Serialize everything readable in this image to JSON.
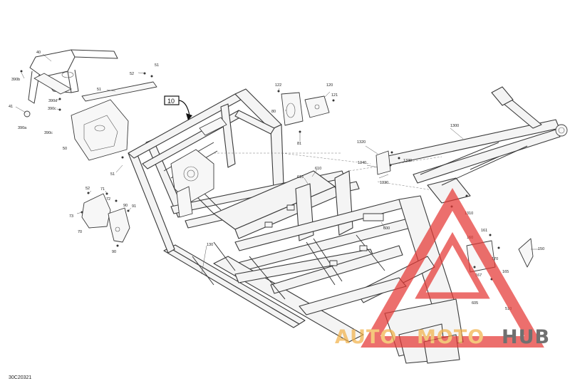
{
  "diagram": {
    "drawing_code": "30C20321",
    "reference_box": "10",
    "callouts": [
      {
        "id": "c40",
        "text": "40"
      },
      {
        "id": "c390b",
        "text": "390b"
      },
      {
        "id": "c390d",
        "text": "390d"
      },
      {
        "id": "c390c_1",
        "text": "390c"
      },
      {
        "id": "c390c_2",
        "text": "390c"
      },
      {
        "id": "c390a",
        "text": "390a"
      },
      {
        "id": "c41",
        "text": "41"
      },
      {
        "id": "c50",
        "text": "50"
      },
      {
        "id": "c51_a",
        "text": "51"
      },
      {
        "id": "c51_b",
        "text": "51"
      },
      {
        "id": "c51_c",
        "text": "51"
      },
      {
        "id": "c52_a",
        "text": "52"
      },
      {
        "id": "c52_b",
        "text": "52"
      },
      {
        "id": "c71",
        "text": "71"
      },
      {
        "id": "c72",
        "text": "72"
      },
      {
        "id": "c73",
        "text": "73"
      },
      {
        "id": "c70",
        "text": "70"
      },
      {
        "id": "c91",
        "text": "91"
      },
      {
        "id": "c90_a",
        "text": "90"
      },
      {
        "id": "c90_b",
        "text": "90"
      },
      {
        "id": "c122",
        "text": "122"
      },
      {
        "id": "c120",
        "text": "120"
      },
      {
        "id": "c121",
        "text": "121"
      },
      {
        "id": "c81",
        "text": "81"
      },
      {
        "id": "c80",
        "text": "80"
      },
      {
        "id": "c130",
        "text": "130"
      },
      {
        "id": "c1300",
        "text": "1300"
      },
      {
        "id": "c1320",
        "text": "1320"
      },
      {
        "id": "c1339",
        "text": "1339"
      },
      {
        "id": "c1340",
        "text": "1340"
      },
      {
        "id": "c1330",
        "text": "1330"
      },
      {
        "id": "c1310",
        "text": "1310"
      },
      {
        "id": "c610",
        "text": "610"
      },
      {
        "id": "c615",
        "text": "615"
      },
      {
        "id": "c600",
        "text": "600"
      },
      {
        "id": "c605",
        "text": "605"
      },
      {
        "id": "c150",
        "text": "150"
      },
      {
        "id": "c160",
        "text": "160"
      },
      {
        "id": "c161",
        "text": "161"
      },
      {
        "id": "c165",
        "text": "165"
      },
      {
        "id": "c167",
        "text": "167"
      },
      {
        "id": "c170",
        "text": "170"
      },
      {
        "id": "c510",
        "text": "510"
      }
    ]
  },
  "watermark": {
    "text_left": "AUTO",
    "text_mid": "MOTO",
    "text_right": "HUB",
    "color_primary": "#e53935",
    "color_secondary": "#f2b24a",
    "color_dark": "#3a3a3a"
  }
}
